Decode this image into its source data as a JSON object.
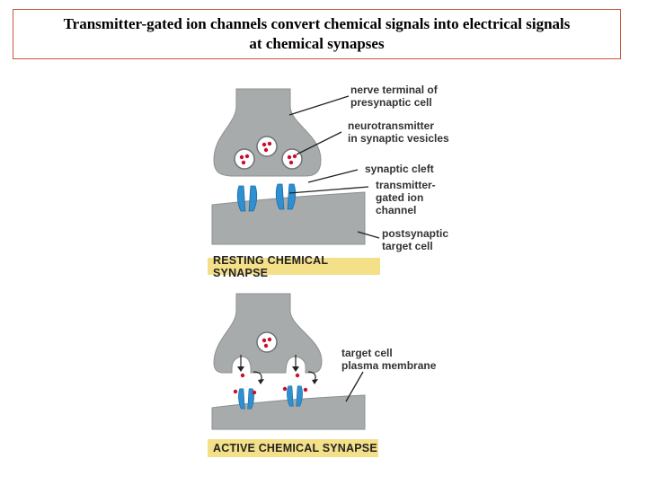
{
  "title": {
    "line1": "Transmitter-gated ion channels convert chemical signals into electrical signals",
    "line2": "at chemical synapses"
  },
  "resting": {
    "banner": "RESTING CHEMICAL SYNAPSE",
    "labels": {
      "nerve_terminal_1": "nerve terminal of",
      "nerve_terminal_2": "presynaptic cell",
      "neurotransmitter_1": "neurotransmitter",
      "neurotransmitter_2": "in synaptic vesicles",
      "synaptic_cleft": "synaptic cleft",
      "channel_1": "transmitter-",
      "channel_2": "gated ion",
      "channel_3": "channel",
      "postsynaptic_1": "postsynaptic",
      "postsynaptic_2": "target cell"
    }
  },
  "active": {
    "banner": "ACTIVE CHEMICAL SYNAPSE",
    "labels": {
      "membrane_1": "target cell",
      "membrane_2": "plasma membrane"
    }
  },
  "colors": {
    "cell_fill": "#a8abab",
    "title_border": "#c9573a",
    "banner_bg": "#f5e08a",
    "channel_blue": "#2f8fd0",
    "transmitter_red": "#c8102e"
  }
}
